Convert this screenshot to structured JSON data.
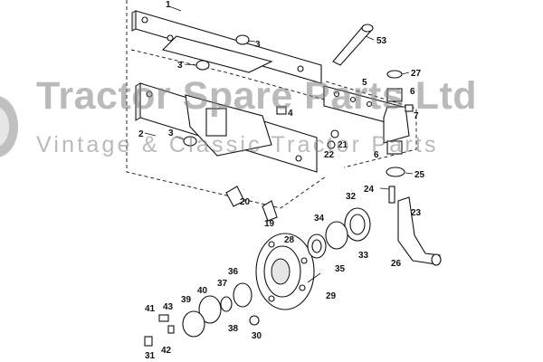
{
  "watermark": {
    "company": "Tractor Spare Parts Ltd",
    "tagline": "Vintage & Classic Tractor Parts"
  },
  "callouts": [
    {
      "id": "c1",
      "label": "1"
    },
    {
      "id": "c2",
      "label": "2"
    },
    {
      "id": "c3a",
      "label": "3"
    },
    {
      "id": "c3b",
      "label": "3"
    },
    {
      "id": "c3c",
      "label": "3"
    },
    {
      "id": "c4",
      "label": "4"
    },
    {
      "id": "c5",
      "label": "5"
    },
    {
      "id": "c6a",
      "label": "6"
    },
    {
      "id": "c6b",
      "label": "6"
    },
    {
      "id": "c7",
      "label": "7"
    },
    {
      "id": "c19",
      "label": "19"
    },
    {
      "id": "c20",
      "label": "20"
    },
    {
      "id": "c21",
      "label": "21"
    },
    {
      "id": "c22",
      "label": "22"
    },
    {
      "id": "c23",
      "label": "23"
    },
    {
      "id": "c24",
      "label": "24"
    },
    {
      "id": "c25",
      "label": "25"
    },
    {
      "id": "c26",
      "label": "26"
    },
    {
      "id": "c27",
      "label": "27"
    },
    {
      "id": "c28",
      "label": "28"
    },
    {
      "id": "c29",
      "label": "29"
    },
    {
      "id": "c30",
      "label": "30"
    },
    {
      "id": "c31",
      "label": "31"
    },
    {
      "id": "c32",
      "label": "32"
    },
    {
      "id": "c33",
      "label": "33"
    },
    {
      "id": "c34",
      "label": "34"
    },
    {
      "id": "c35",
      "label": "35"
    },
    {
      "id": "c36",
      "label": "36"
    },
    {
      "id": "c37",
      "label": "37"
    },
    {
      "id": "c38",
      "label": "38"
    },
    {
      "id": "c39",
      "label": "39"
    },
    {
      "id": "c40",
      "label": "40"
    },
    {
      "id": "c41",
      "label": "41"
    },
    {
      "id": "c42",
      "label": "42"
    },
    {
      "id": "c43",
      "label": "43"
    },
    {
      "id": "c53",
      "label": "53"
    }
  ]
}
